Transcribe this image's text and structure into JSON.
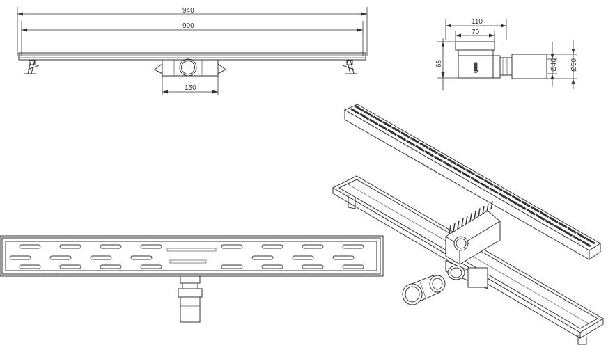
{
  "drawings": {
    "front_view": {
      "overall_length": "940",
      "inner_length": "900",
      "outlet_width": "150"
    },
    "side_view": {
      "width_outer": "110",
      "width_inner": "70",
      "height": "68",
      "outlet_diameter_inner": "Ø40",
      "outlet_diameter_outer": "Ø50"
    },
    "top_view": {
      "grate_pattern": "staggered oblong slots"
    },
    "isometric_view": {
      "parts": [
        "grate",
        "channel",
        "outlet",
        "siphon-cup"
      ]
    }
  },
  "colors": {
    "line": "#333333",
    "background": "#ffffff"
  }
}
